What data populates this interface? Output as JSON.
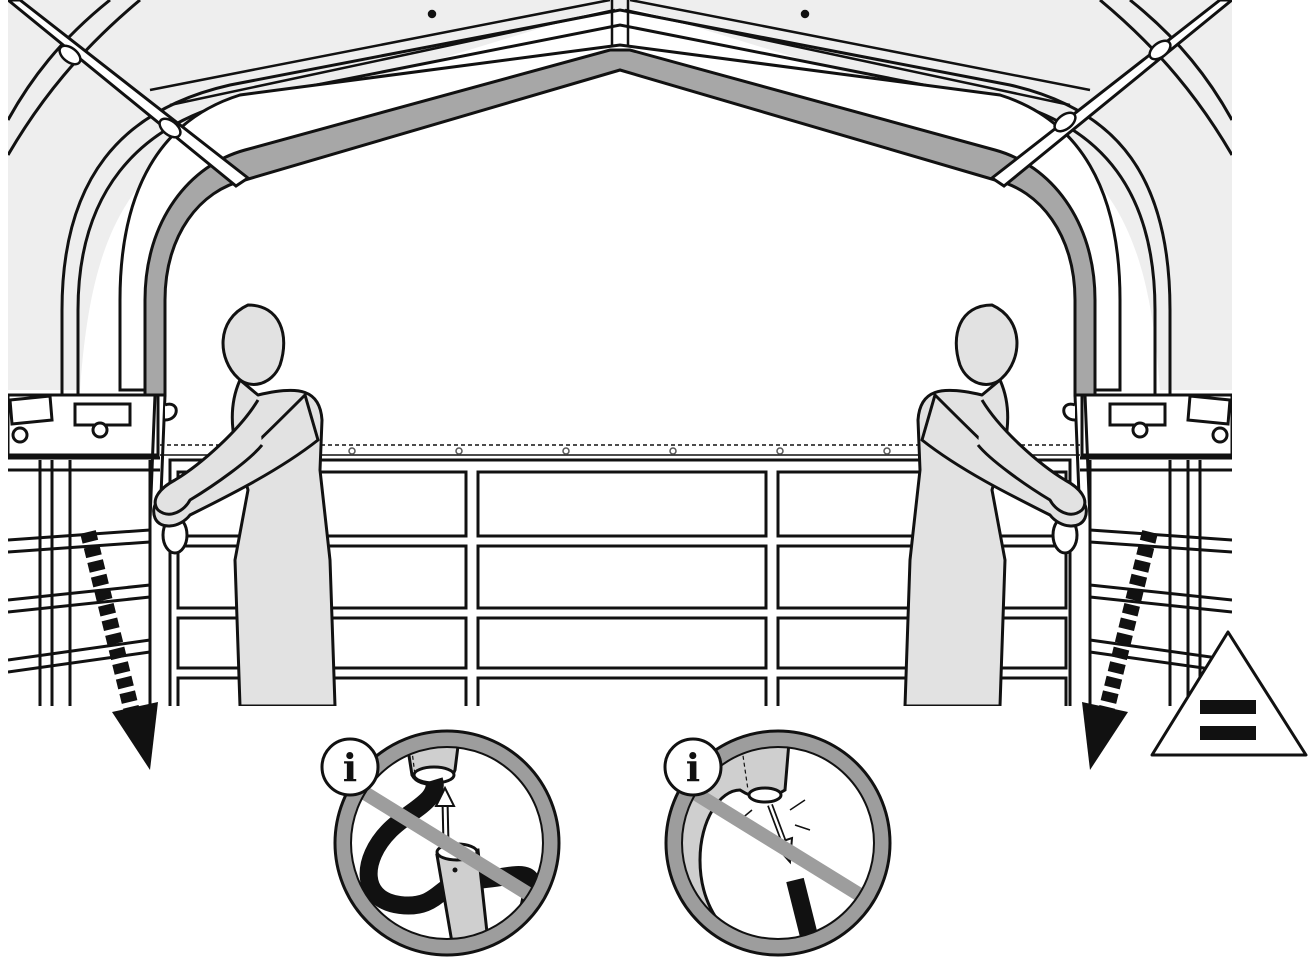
{
  "figure": {
    "kind": "assembly-instruction-illustration",
    "colors": {
      "ink": "#111111",
      "canvas": "#eeeeee",
      "cover": "#ebebeb",
      "band": "#a7a7a7",
      "figure": "#e2e2e2",
      "prohibition": "#9d9d9d",
      "tube": "#cfcfcf",
      "paper": "#ffffff"
    },
    "icons": [
      "person-figure",
      "dashed-pull-arrow",
      "equal-sign-triangle",
      "info-badge",
      "prohibition-sign"
    ],
    "info_markers": [
      {
        "id": "left",
        "glyph": "i"
      },
      {
        "id": "right",
        "glyph": "i"
      }
    ]
  }
}
